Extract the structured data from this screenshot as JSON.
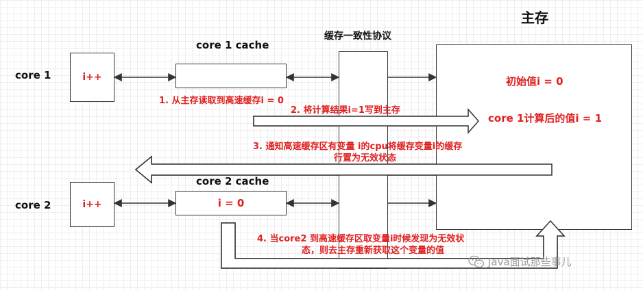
{
  "labels": {
    "main_memory": "主存",
    "protocol": "缓存一致性协议",
    "core1": "core 1",
    "core2": "core 2",
    "core1_cache": "core 1 cache",
    "core2_cache": "core 2 cache"
  },
  "cpu_boxes": {
    "core1": "i++",
    "core2": "i++"
  },
  "cache_boxes": {
    "core1": "",
    "core2": "i = 0"
  },
  "memory_box": {
    "line1": "初始值i = 0",
    "line2": "core 1计算后的值i = 1"
  },
  "steps": {
    "step1": "1.  从主存读取到高速缓存i = 0",
    "step2": "2. 将计算结果i=1写到主存",
    "step3_line1": "3. 通知高速缓存区有变量 i的cpu将缓存变量i的缓存",
    "step3_line2": "行置为无效状态",
    "step4_line1": "4. 当core2 到高速缓存区取变量i时候发现为无效状",
    "step4_line2": "态，则去主存重新获取这个变量的值"
  },
  "watermark": "Java面试那些事儿",
  "colors": {
    "accent_red": "#e02020",
    "stroke": "#333333"
  }
}
